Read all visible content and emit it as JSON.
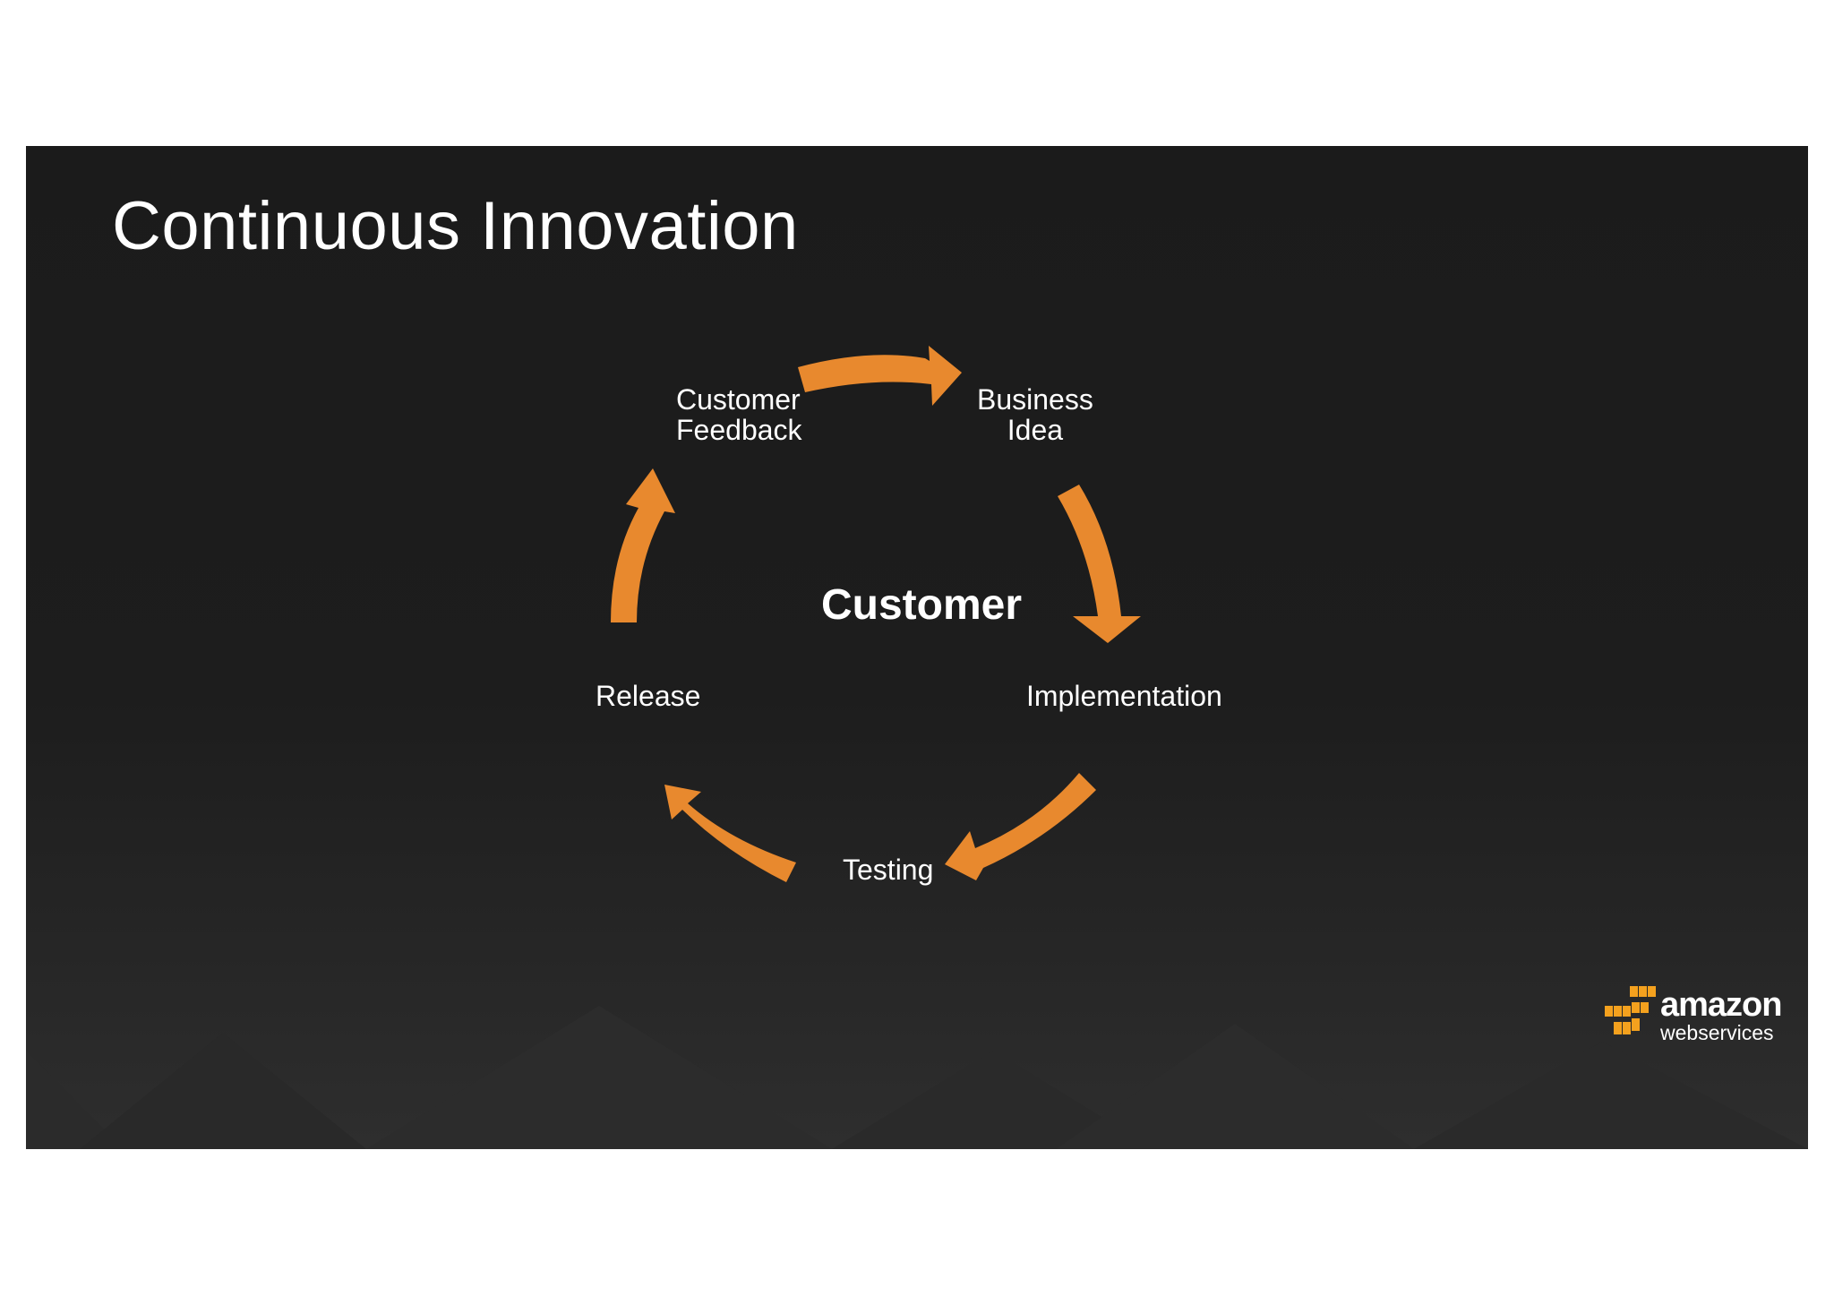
{
  "slide": {
    "title": "Continuous Innovation"
  },
  "diagram": {
    "center": "Customer",
    "nodes": {
      "customer_feedback": "Customer\nFeedback",
      "business_idea": "Business\nIdea",
      "implementation": "Implementation",
      "testing": "Testing",
      "release": "Release"
    },
    "arrow_color": "#e8892e",
    "arrow_icon": "curved-arrow-icon"
  },
  "logo": {
    "word": "amazon",
    "sub": "webservices",
    "cube_color": "#f4a11e"
  },
  "colors": {
    "background": "#1d1d1d",
    "text": "#ffffff",
    "accent": "#e8892e"
  }
}
